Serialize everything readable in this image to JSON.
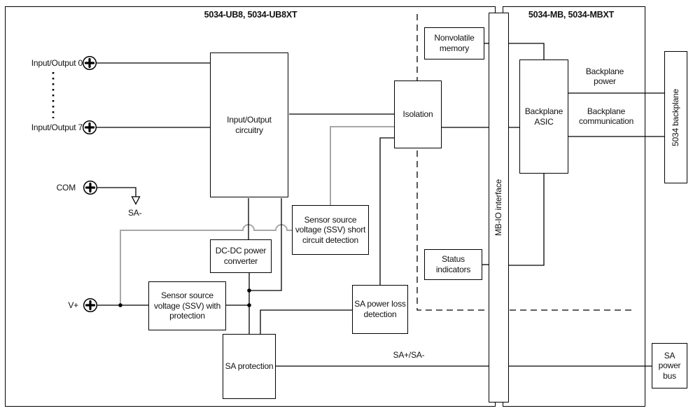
{
  "titles": {
    "left_module": "5034-UB8, 5034-UB8XT",
    "right_module": "5034-MB, 5034-MBXT"
  },
  "terminals": {
    "io0": "Input/Output 0",
    "io7": "Input/Output 7",
    "com": "COM",
    "vplus": "V+"
  },
  "wire_labels": {
    "sa_minus": "SA-",
    "sa_bus": "SA+/SA-",
    "backplane_power": "Backplane power",
    "backplane_communication": "Backplane communication"
  },
  "blocks": {
    "io_circuitry": "Input/Output circuitry",
    "isolation": "Isolation",
    "nonvolatile_memory": "Nonvolatile memory",
    "mb_io_interface": "MB-IO interface",
    "backplane_asic": "Backplane ASIC",
    "status_indicators": "Status indicators",
    "ssv_short_circuit_detection": "Sensor source voltage (SSV) short circuit detection",
    "dc_dc_power_converter": "DC-DC power converter",
    "ssv_with_protection": "Sensor source voltage (SSV) with protection",
    "sa_power_loss_detection": "SA power loss detection",
    "sa_protection": "SA protection",
    "backplane_5034": "5034 backplane",
    "sa_power_bus": "SA power bus"
  },
  "colors": {
    "line": "#000000",
    "sense_wire": "#a8a8a8",
    "text": "#111111",
    "background": "#ffffff"
  }
}
